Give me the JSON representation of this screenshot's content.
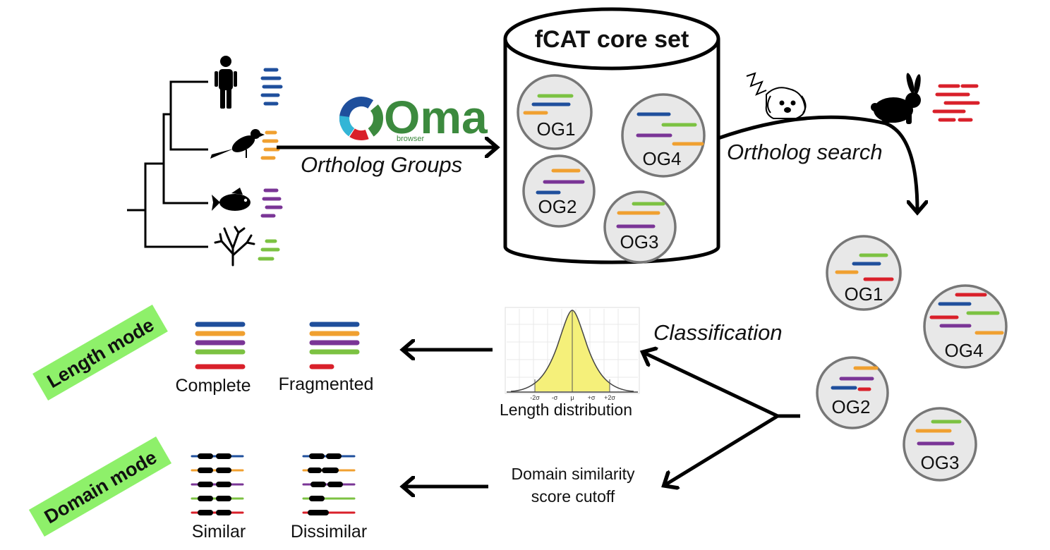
{
  "colors": {
    "blue": "#1f4f9c",
    "orange": "#f0a030",
    "purple": "#7a3596",
    "green": "#7cc242",
    "red": "#d9202a",
    "mode_badge": "#8ef06a",
    "oma_green": "#3c8a3e",
    "bell_fill": "#f5f07a"
  },
  "core_set": {
    "title": "fCAT core set",
    "groups": [
      "OG1",
      "OG2",
      "OG3",
      "OG4"
    ]
  },
  "oma": {
    "logo_word": "Oma",
    "logo_sub": "browser",
    "caption": "Ortholog Groups"
  },
  "ortholog_search": {
    "caption": "Ortholog search",
    "groups": [
      "OG1",
      "OG2",
      "OG3",
      "OG4"
    ]
  },
  "classification": {
    "caption": "Classification",
    "length_distribution": {
      "caption": "Length distribution",
      "ticks": [
        "-2σ",
        "-σ",
        "μ",
        "+σ",
        "+2σ"
      ]
    },
    "domain_cutoff": {
      "line1": "Domain similarity",
      "line2": "score cutoff"
    }
  },
  "length_mode": {
    "badge": "Length mode",
    "complete": "Complete",
    "fragmented": "Fragmented"
  },
  "domain_mode": {
    "badge": "Domain mode",
    "similar": "Similar",
    "dissimilar": "Dissimilar"
  },
  "icons": [
    "human-icon",
    "bird-icon",
    "fish-icon",
    "coral-icon",
    "dog-icon",
    "rabbit-icon"
  ]
}
